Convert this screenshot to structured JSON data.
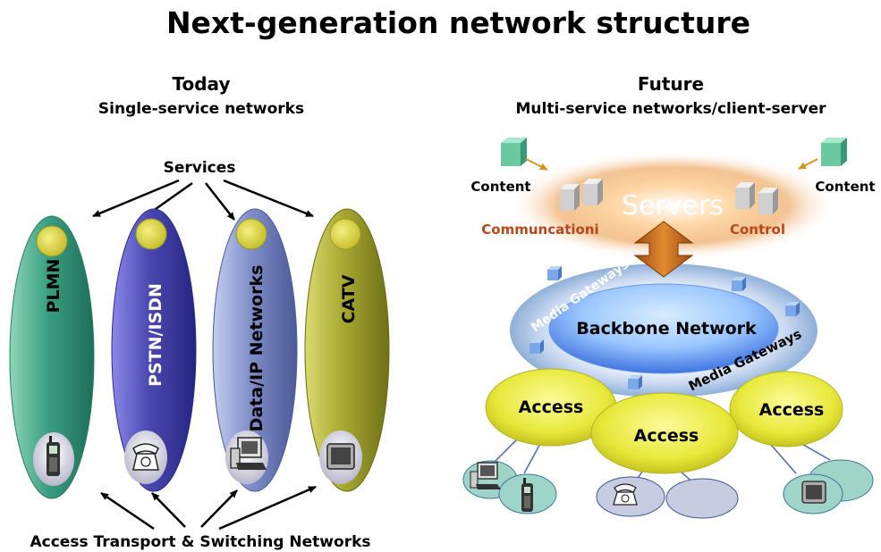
{
  "title": "Next-generation network structure",
  "today": {
    "heading": "Today",
    "subheading": "Single-service networks",
    "services_label": "Services",
    "networks": [
      "PLMN",
      "PSTN/ISDN",
      "Data/IP Networks",
      "CATV"
    ],
    "bottom_label": "Access Transport & Switching Networks",
    "terminal_icons": [
      "mobile-phone-icon",
      "telephone-icon",
      "computer-icon",
      "tv-icon"
    ]
  },
  "future": {
    "heading": "Future",
    "subheading": "Multi-service networks/client-server",
    "content_left": "Content",
    "content_right": "Content",
    "servers": "Servers",
    "communication": "Communcationi",
    "control": "Control",
    "backbone": "Backbone Network",
    "media_gateways_top": "Media Gateways",
    "media_gateways_bottom": "Media Gateways",
    "access_labels": [
      "Access",
      "Access",
      "Access"
    ]
  },
  "colors": {
    "plmn": "#3a9e82",
    "pstn": "#4a48b0",
    "data": "#7f8ec8",
    "catv": "#a8a832",
    "access": "#e4e43a",
    "backbone": "#4f86e6",
    "arrow_orange": "#d07820",
    "comm_text": "#b5471b"
  }
}
